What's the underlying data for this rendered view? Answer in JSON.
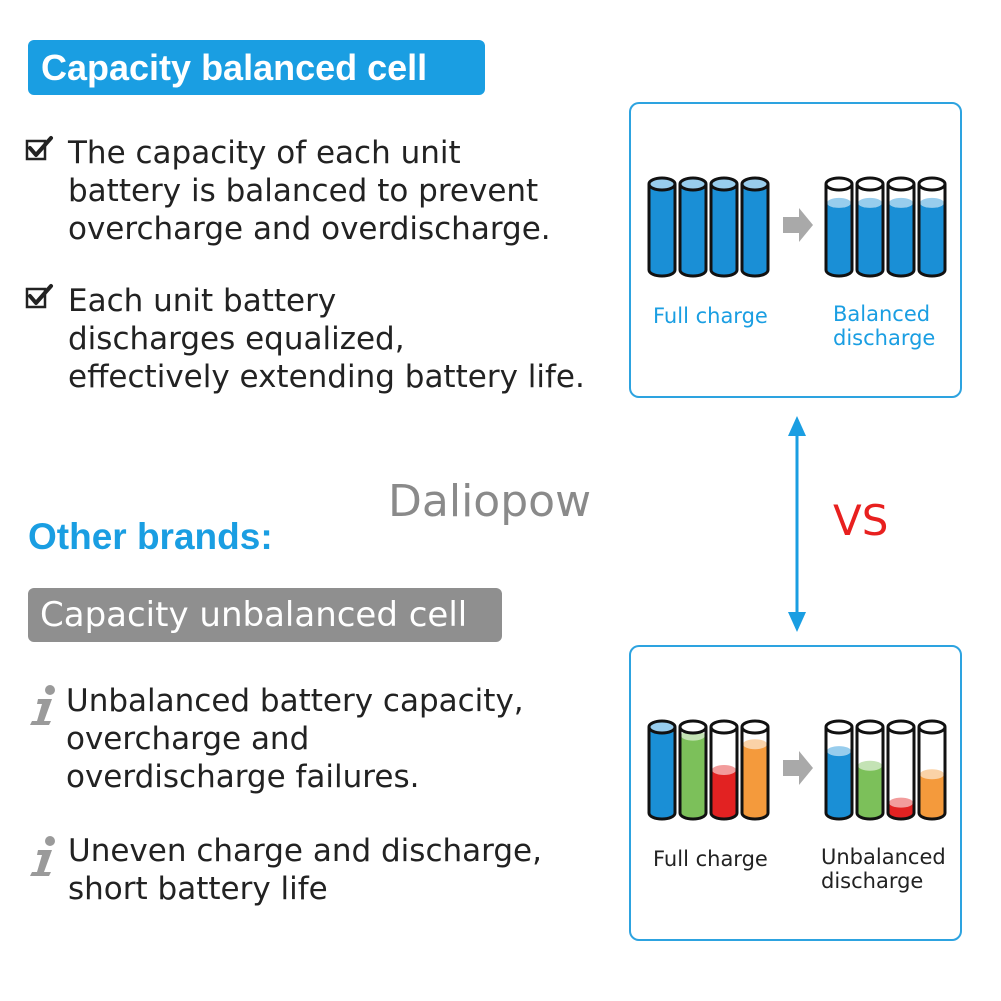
{
  "header": {
    "title": "Capacity balanced cell"
  },
  "balanced_points": [
    {
      "lines": [
        "The capacity of each unit",
        "battery is balanced to prevent",
        "overcharge and overdischarge."
      ]
    },
    {
      "lines": [
        "Each unit battery",
        "discharges equalized,",
        "effectively extending battery life."
      ]
    }
  ],
  "watermark": "Daliopow",
  "other_brands": {
    "heading": "Other brands:",
    "title": "Capacity unbalanced cell"
  },
  "unbalanced_points": [
    {
      "lines": [
        "Unbalanced battery capacity,",
        "overcharge and",
        "overdischarge failures."
      ]
    },
    {
      "lines": [
        "Uneven charge and discharge,",
        "short battery life"
      ]
    }
  ],
  "comparison": {
    "vs_label": "VS"
  },
  "top_panel": {
    "full_label": "Full charge",
    "result_label": [
      "Balanced",
      "discharge"
    ],
    "full_levels": [
      1.0,
      1.0,
      1.0,
      1.0
    ],
    "full_colors": [
      "#1a8fd6",
      "#1a8fd6",
      "#1a8fd6",
      "#1a8fd6"
    ],
    "result_levels": [
      0.78,
      0.78,
      0.78,
      0.78
    ],
    "result_colors": [
      "#1a8fd6",
      "#1a8fd6",
      "#1a8fd6",
      "#1a8fd6"
    ]
  },
  "bottom_panel": {
    "full_label": "Full charge",
    "result_label": [
      "Unbalanced",
      "discharge"
    ],
    "full_levels": [
      1.0,
      0.9,
      0.5,
      0.8
    ],
    "full_colors": [
      "#1a8fd6",
      "#7cc05a",
      "#e22222",
      "#f49a3c"
    ],
    "result_levels": [
      0.72,
      0.55,
      0.12,
      0.45
    ],
    "result_colors": [
      "#1a8fd6",
      "#7cc05a",
      "#e22222",
      "#f49a3c"
    ]
  },
  "icons": {
    "check": "check-box-icon",
    "info": "info-italic-icon",
    "arrow": "right-arrow-icon",
    "double_arrow": "double-arrow-icon"
  },
  "colors": {
    "accent": "#1a9ee2",
    "grey": "#8f8f8f",
    "vs": "#e8201f"
  }
}
